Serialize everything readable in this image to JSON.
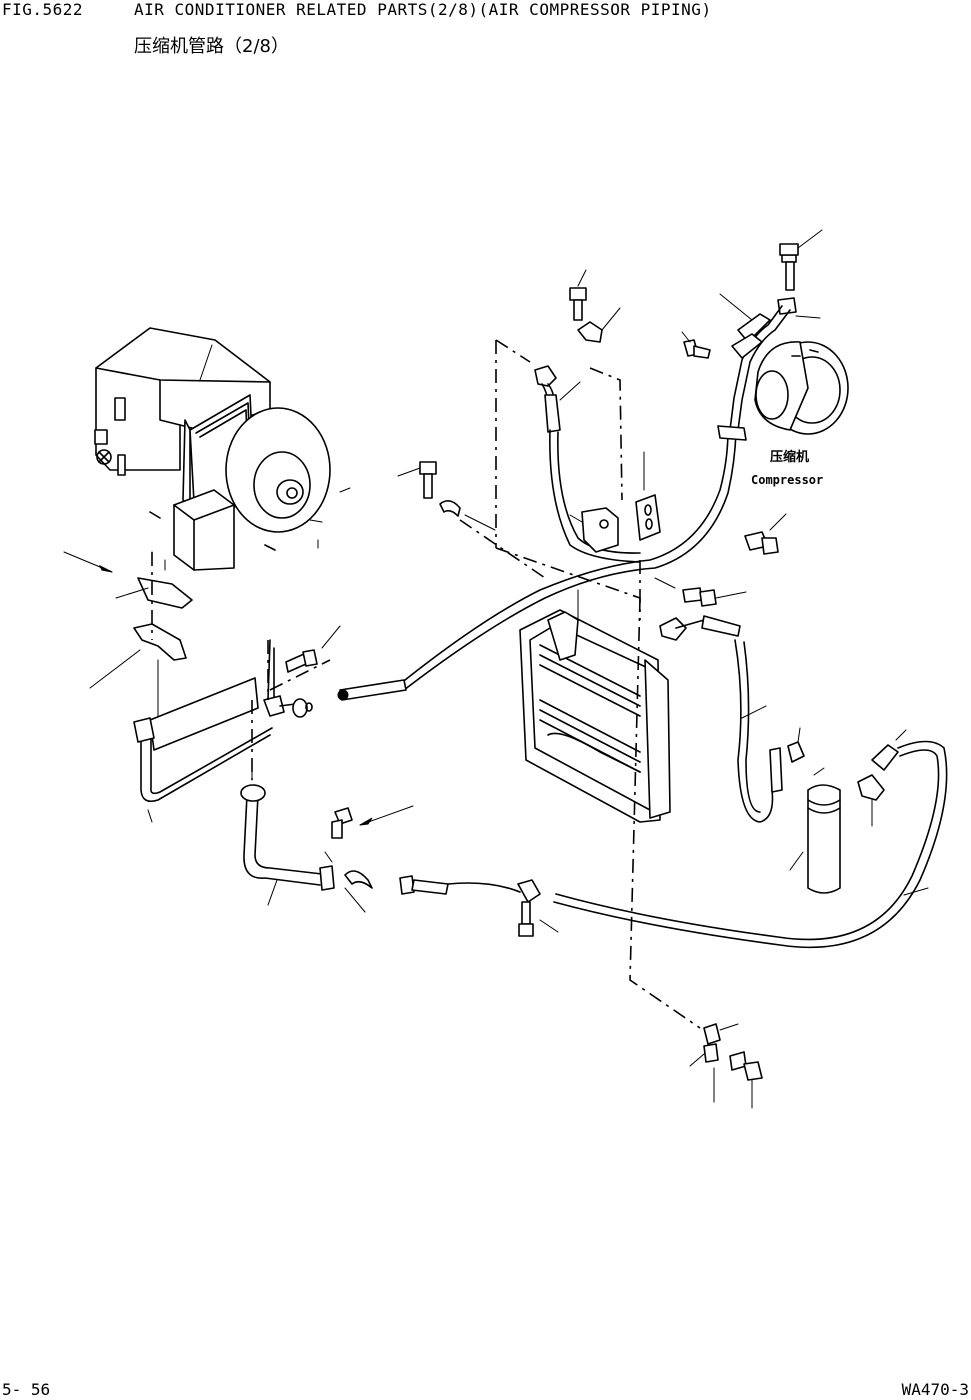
{
  "header": {
    "fig_no": "FIG.5622",
    "title": "AIR CONDITIONER RELATED PARTS(2/8)(AIR COMPRESSOR PIPING)",
    "title_cn": "压缩机管路（2/8）"
  },
  "labels": {
    "compressor_cn": "压缩机",
    "compressor_en": "Compressor"
  },
  "footer": {
    "page": "5- 56",
    "model": "WA470-3"
  }
}
